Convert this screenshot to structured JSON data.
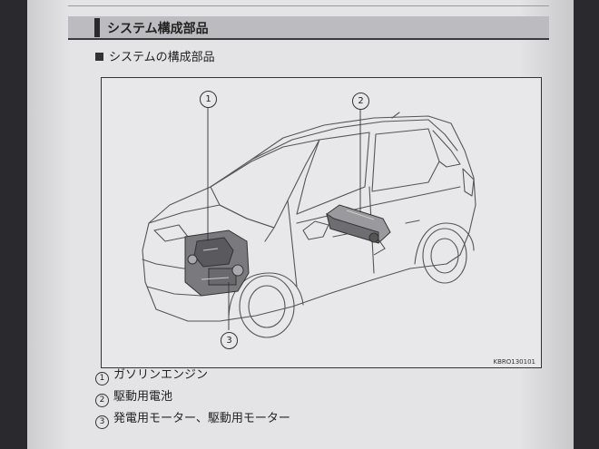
{
  "section": {
    "title": "システム構成部品"
  },
  "subheading": {
    "text": "システムの構成部品"
  },
  "figure": {
    "code": "KBRO130101",
    "callouts": [
      {
        "number": "1"
      },
      {
        "number": "2"
      },
      {
        "number": "3"
      }
    ]
  },
  "legend": {
    "items": [
      {
        "number": "1",
        "label": "ガソリンエンジン"
      },
      {
        "number": "2",
        "label": "駆動用電池"
      },
      {
        "number": "3",
        "label": "発電用モーター、駆動用モーター"
      }
    ]
  }
}
